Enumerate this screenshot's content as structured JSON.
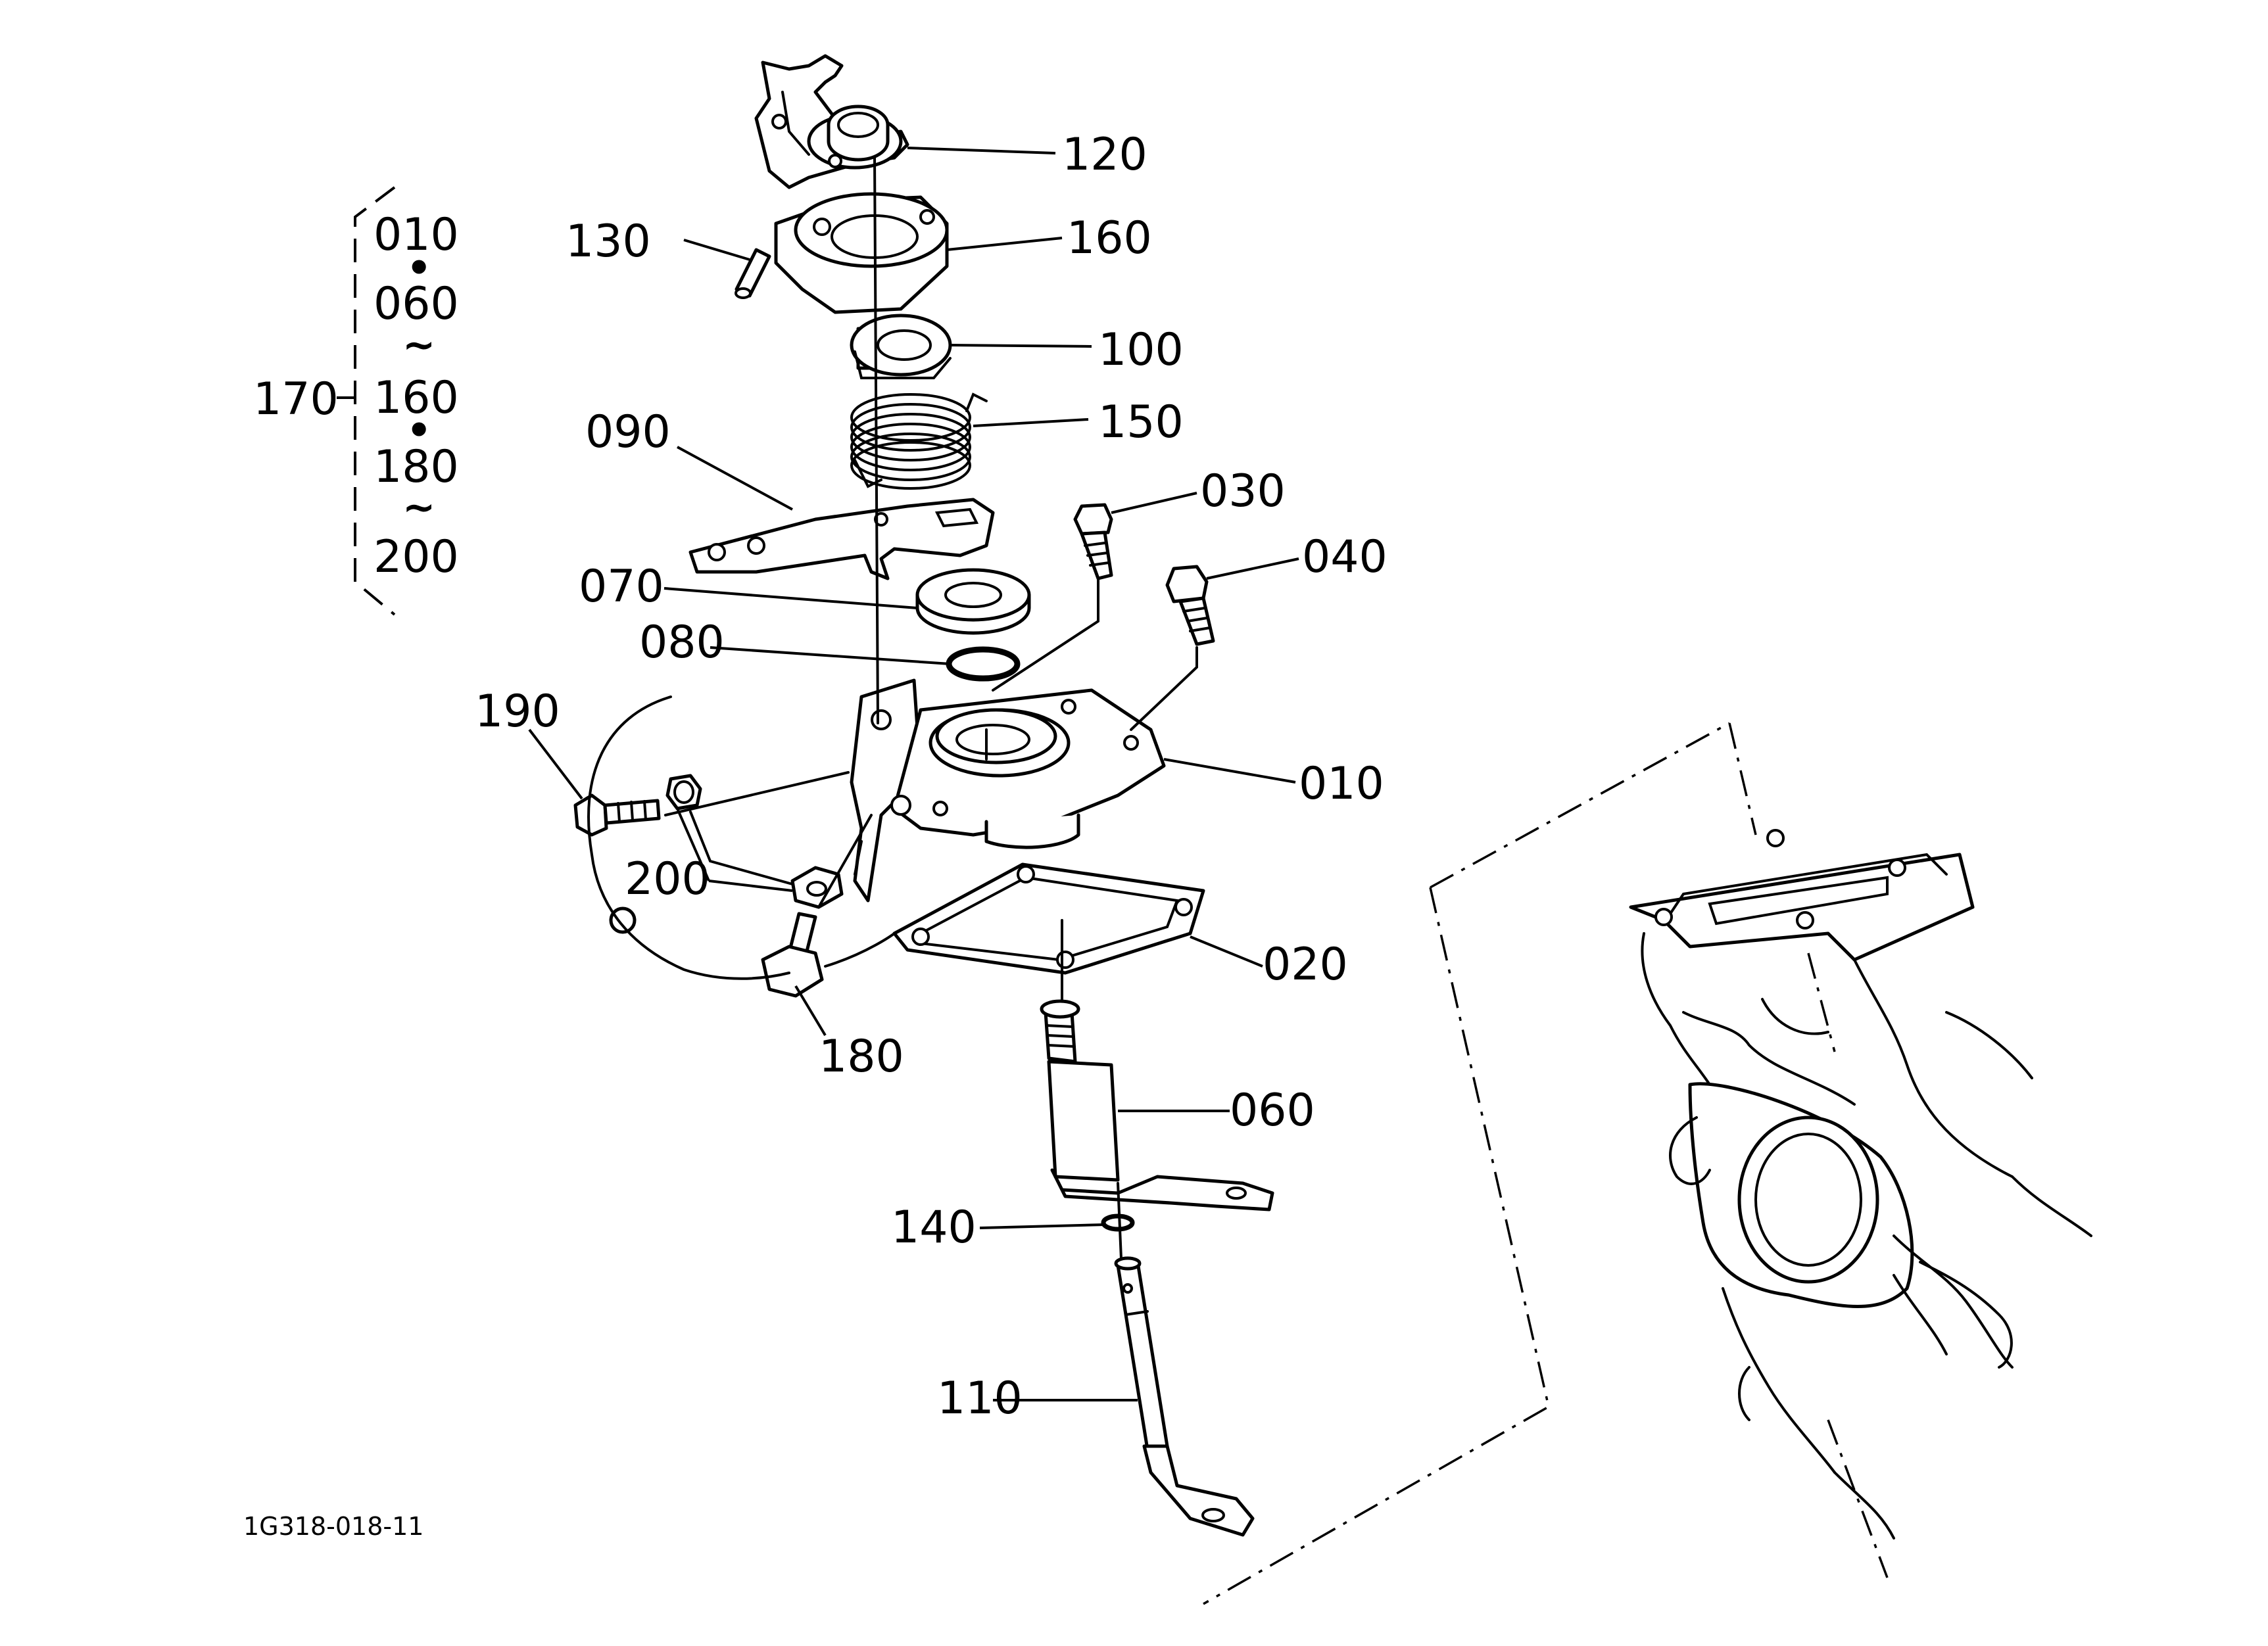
{
  "diagram": {
    "reference_code": "1G318-018-11",
    "group": {
      "label": "170",
      "members": [
        "010",
        "060",
        "160",
        "180",
        "200"
      ],
      "separators": [
        "•",
        "~",
        "•",
        "~"
      ]
    },
    "parts": [
      {
        "id": "010",
        "label": "010"
      },
      {
        "id": "020",
        "label": "020"
      },
      {
        "id": "030",
        "label": "030"
      },
      {
        "id": "040",
        "label": "040"
      },
      {
        "id": "060",
        "label": "060"
      },
      {
        "id": "070",
        "label": "070"
      },
      {
        "id": "080",
        "label": "080"
      },
      {
        "id": "090",
        "label": "090"
      },
      {
        "id": "100",
        "label": "100"
      },
      {
        "id": "110",
        "label": "110"
      },
      {
        "id": "120",
        "label": "120"
      },
      {
        "id": "130",
        "label": "130"
      },
      {
        "id": "140",
        "label": "140"
      },
      {
        "id": "150",
        "label": "150"
      },
      {
        "id": "160",
        "label": "160"
      },
      {
        "id": "180",
        "label": "180"
      },
      {
        "id": "190",
        "label": "190"
      },
      {
        "id": "200",
        "label": "200"
      }
    ]
  }
}
